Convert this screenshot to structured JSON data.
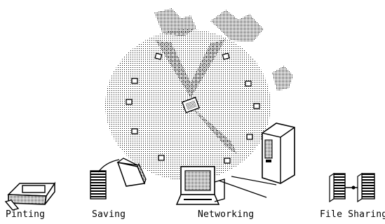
{
  "labels": {
    "printing": "Pinting",
    "saving": "Saving",
    "networking": "Networking",
    "file_sharing": "File Sharing"
  },
  "colors": {
    "background": "#ffffff",
    "ink": "#000000"
  },
  "icons": {
    "clock": "clock-icon",
    "printer": "printer-icon",
    "disk": "disk-icon",
    "computer": "computer-icon",
    "server": "server-icon",
    "file_sharing": "file-sharing-icon"
  }
}
